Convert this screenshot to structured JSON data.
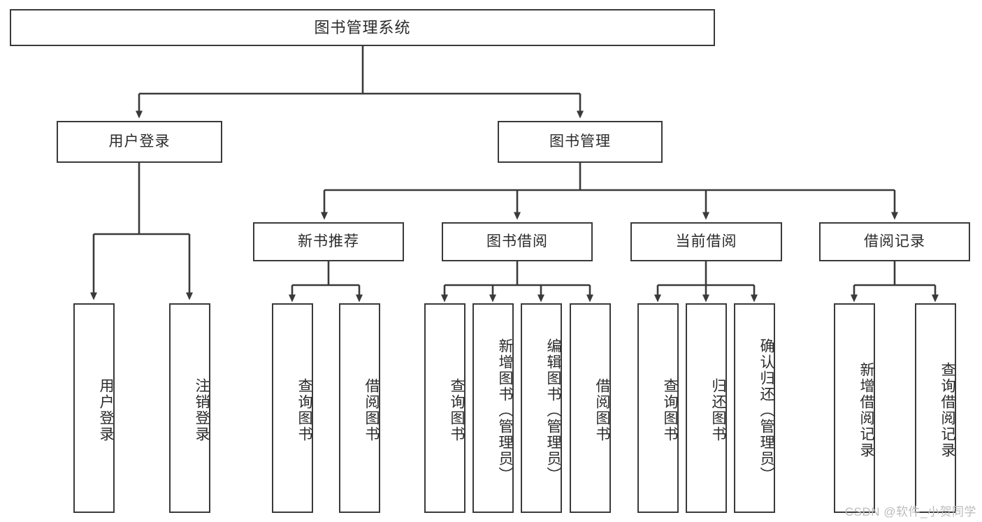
{
  "meta": {
    "title": "图书管理系统 功能结构图",
    "watermark": "CSDN @软件_小贺同学",
    "colors": {
      "background": "#ffffff",
      "box_border": "#3a3a3a",
      "box_fill": "#ffffff",
      "text": "#2b2b2b",
      "connector": "#3a3a3a",
      "watermark": "#bcbcbc"
    }
  },
  "chart_data": {
    "type": "tree",
    "title": "图书管理系统",
    "orientation": "top-down",
    "root": {
      "id": "root",
      "label": "图书管理系统",
      "children": [
        {
          "id": "user-login",
          "label": "用户登录",
          "children": [
            {
              "id": "user-login-do",
              "label": "用户登录"
            },
            {
              "id": "user-logout",
              "label": "注销登录"
            }
          ]
        },
        {
          "id": "book-manage",
          "label": "图书管理",
          "children": [
            {
              "id": "new-book-recommend",
              "label": "新书推荐",
              "children": [
                {
                  "id": "nb-query-book",
                  "label": "查询图书"
                },
                {
                  "id": "nb-borrow-book",
                  "label": "借阅图书"
                }
              ]
            },
            {
              "id": "book-borrow",
              "label": "图书借阅",
              "children": [
                {
                  "id": "bb-query-book",
                  "label": "查询图书"
                },
                {
                  "id": "bb-add-book",
                  "label": "新增图书（管理员）"
                },
                {
                  "id": "bb-edit-book",
                  "label": "编辑图书（管理员）"
                },
                {
                  "id": "bb-borrow-book",
                  "label": "借阅图书"
                }
              ]
            },
            {
              "id": "current-borrow",
              "label": "当前借阅",
              "children": [
                {
                  "id": "cb-query-book",
                  "label": "查询图书"
                },
                {
                  "id": "cb-return-book",
                  "label": "归还图书"
                },
                {
                  "id": "cb-confirm-return",
                  "label": "确认归还（管理员）"
                }
              ]
            },
            {
              "id": "borrow-record",
              "label": "借阅记录",
              "children": [
                {
                  "id": "br-add-record",
                  "label": "新增借阅记录"
                },
                {
                  "id": "br-query-record",
                  "label": "查询借阅记录"
                }
              ]
            }
          ]
        }
      ]
    },
    "levels": [
      {
        "level": 0,
        "labels": [
          "图书管理系统"
        ]
      },
      {
        "level": 1,
        "labels": [
          "用户登录",
          "图书管理"
        ]
      },
      {
        "level": 2,
        "labels": [
          "新书推荐",
          "图书借阅",
          "当前借阅",
          "借阅记录"
        ]
      },
      {
        "level": 3,
        "labels": [
          "用户登录",
          "注销登录",
          "查询图书",
          "借阅图书",
          "查询图书",
          "新增图书（管理员）",
          "编辑图书（管理员）",
          "借阅图书",
          "查询图书",
          "归还图书",
          "确认归还（管理员）",
          "新增借阅记录",
          "查询借阅记录"
        ]
      }
    ],
    "node_count": 20,
    "edge_count": 19
  },
  "nodes": {
    "root": {
      "label": "图书管理系统"
    },
    "user_login": {
      "label": "用户登录"
    },
    "book_manage": {
      "label": "图书管理"
    },
    "new_book": {
      "label": "新书推荐"
    },
    "book_borrow": {
      "label": "图书借阅"
    },
    "current_borrow": {
      "label": "当前借阅"
    },
    "borrow_record": {
      "label": "借阅记录"
    },
    "leaf_user_login": {
      "label": "用户登录"
    },
    "leaf_user_logout": {
      "label": "注销登录"
    },
    "leaf_nb_query": {
      "label": "查询图书"
    },
    "leaf_nb_borrow": {
      "label": "借阅图书"
    },
    "leaf_bb_query": {
      "label": "查询图书"
    },
    "leaf_bb_add": {
      "label": "新增图书（管理员）"
    },
    "leaf_bb_edit": {
      "label": "编辑图书（管理员）"
    },
    "leaf_bb_borrow": {
      "label": "借阅图书"
    },
    "leaf_cb_query": {
      "label": "查询图书"
    },
    "leaf_cb_return": {
      "label": "归还图书"
    },
    "leaf_cb_confirm": {
      "label": "确认归还（管理员）"
    },
    "leaf_br_add": {
      "label": "新增借阅记录"
    },
    "leaf_br_query": {
      "label": "查询借阅记录"
    }
  }
}
